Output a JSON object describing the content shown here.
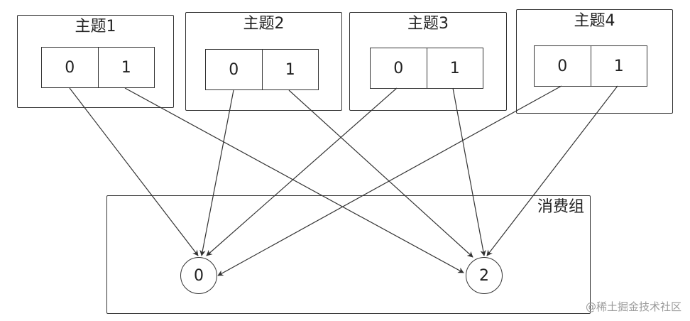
{
  "topics": [
    {
      "title": "主题1",
      "partitions": [
        "0",
        "1"
      ]
    },
    {
      "title": "主题2",
      "partitions": [
        "0",
        "1"
      ]
    },
    {
      "title": "主题3",
      "partitions": [
        "0",
        "1"
      ]
    },
    {
      "title": "主题4",
      "partitions": [
        "0",
        "1"
      ]
    }
  ],
  "consumer_group": {
    "title": "消费组",
    "consumers": [
      "0",
      "2"
    ]
  },
  "watermark": "@稀土掘金技术社区"
}
